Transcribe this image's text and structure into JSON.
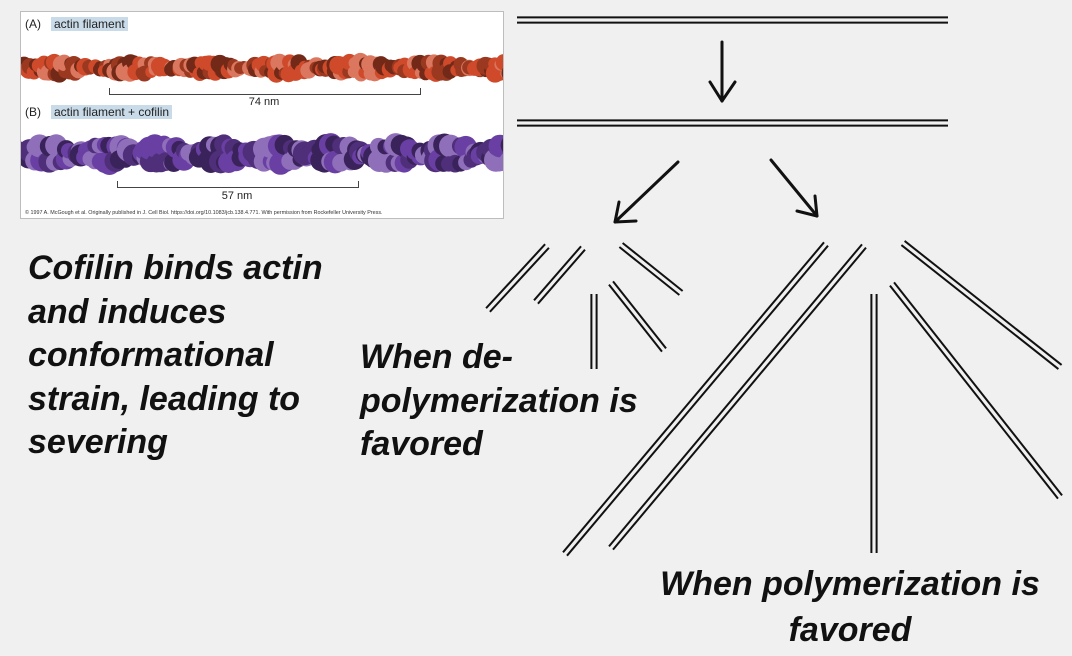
{
  "figure": {
    "panel_a": {
      "letter": "(A)",
      "label": "actin filament",
      "scale": "74 nm"
    },
    "panel_b": {
      "letter": "(B)",
      "label": "actin filament + cofilin",
      "scale": "57 nm"
    },
    "credit": "© 1997 A. McGough et al. Originally published in J. Cell Biol. https://doi.org/10.1083/jcb.138.4.771. With permission from Rockefeller University Press.",
    "colors": {
      "actin": "#cf4a2a",
      "actin_cofilin": "#6a3fa3"
    }
  },
  "texts": {
    "cofilin": "Cofilin binds actin and induces conformational strain, leading to severing",
    "depolymerization": "When de-polymerization is favored",
    "polymerization": "When polymerization is favored"
  },
  "icons": {
    "down": "arrow-down-icon",
    "down_left": "arrow-down-left-icon",
    "down_right": "arrow-down-right-icon"
  }
}
